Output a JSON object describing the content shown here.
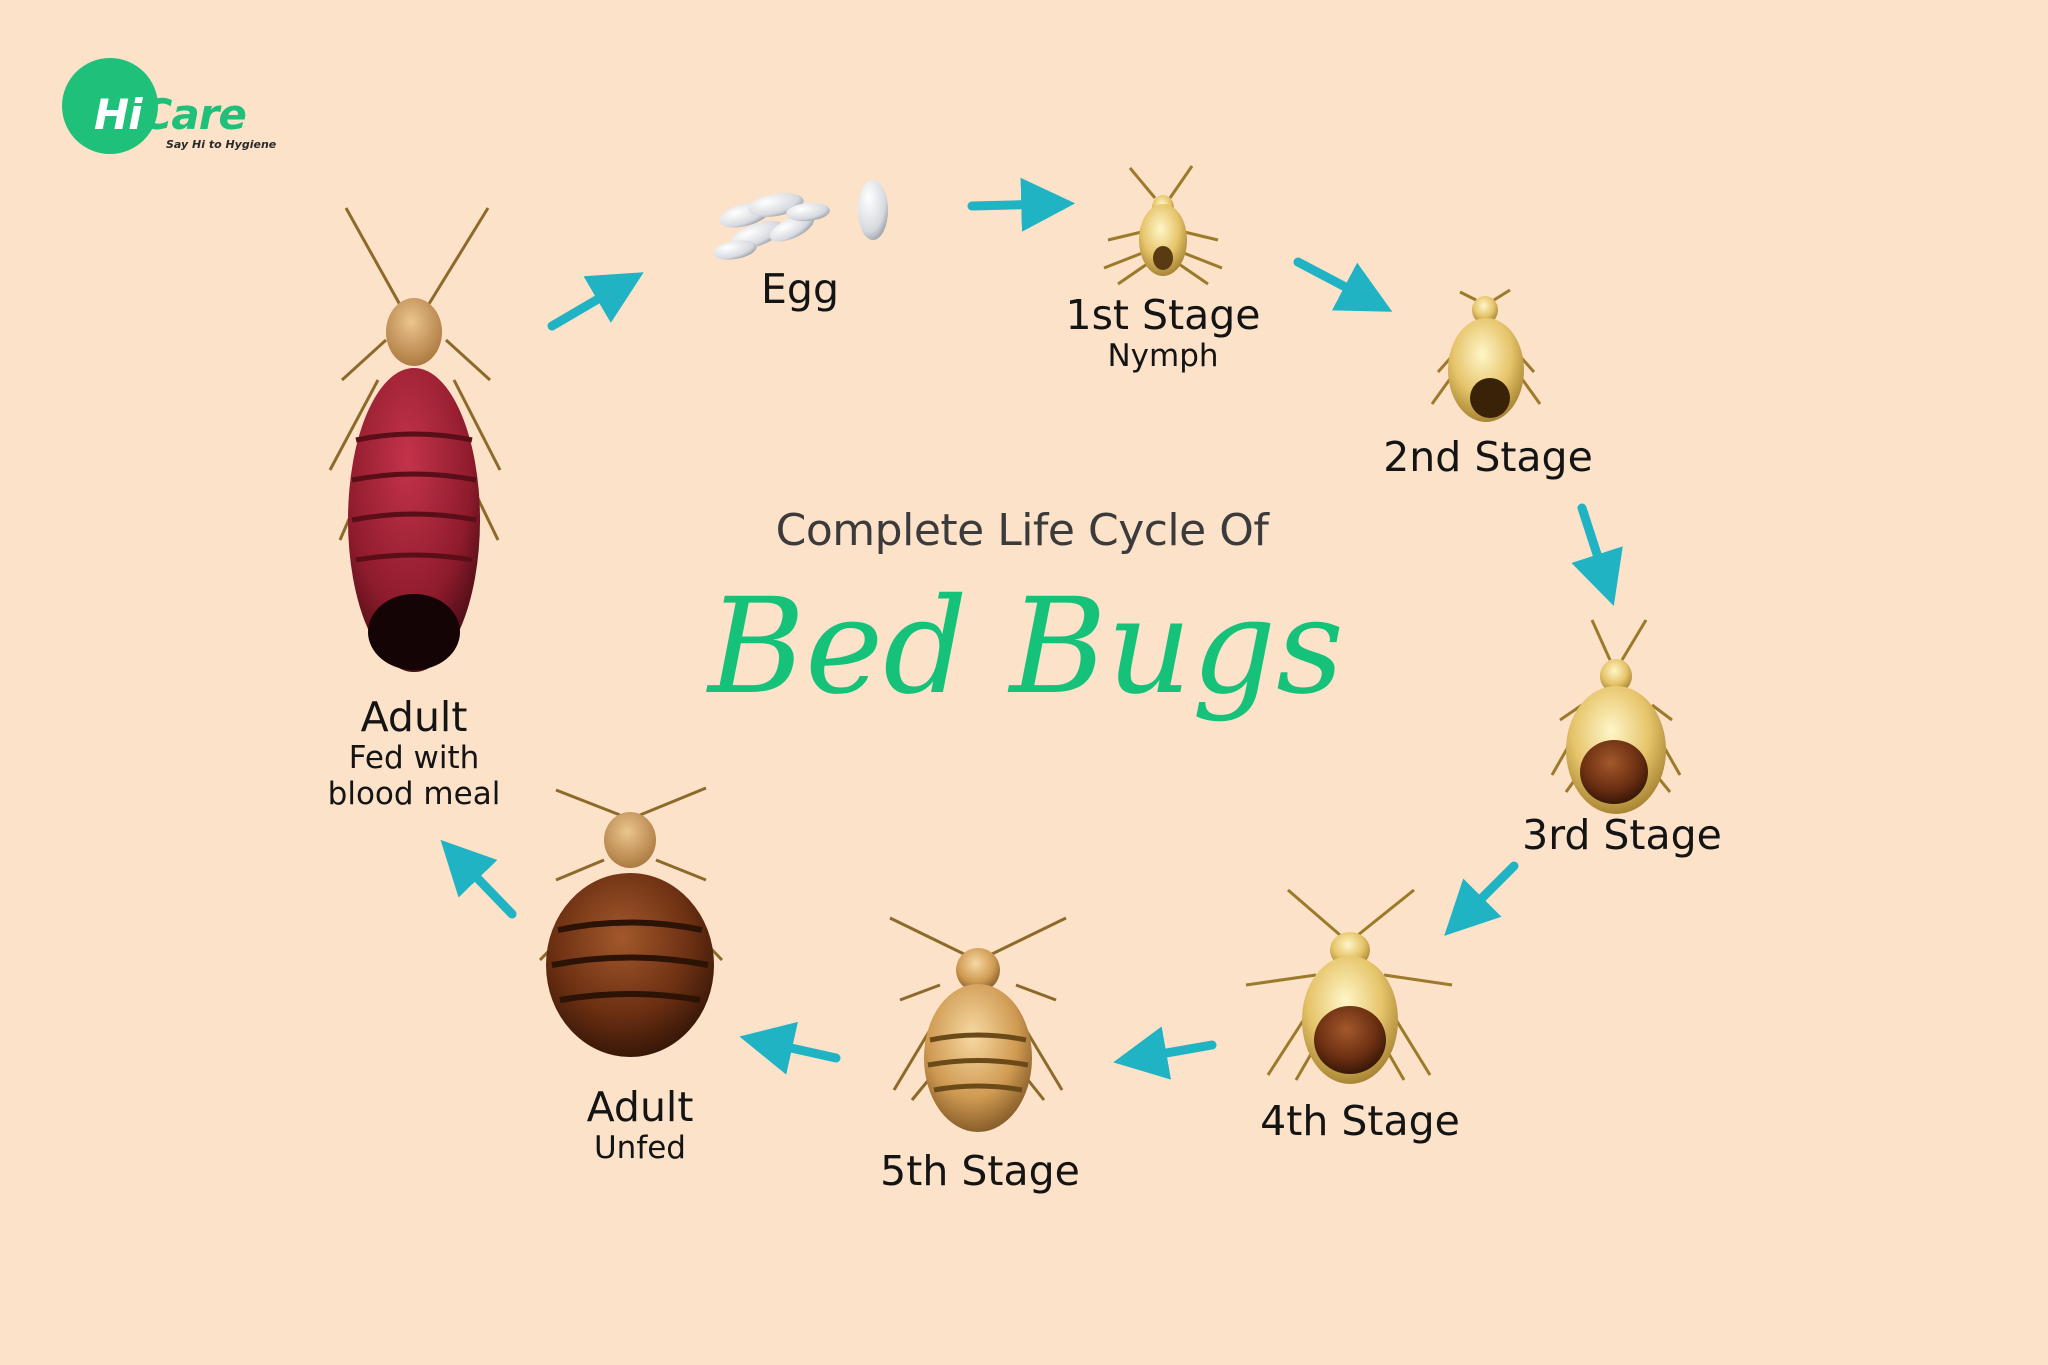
{
  "logo": {
    "brand_hi": "Hi",
    "brand_care": "Care",
    "tagline": "Say Hi to Hygiene"
  },
  "title": {
    "line1": "Complete Life Cycle Of",
    "line2": "Bed Bugs"
  },
  "stages": {
    "egg": {
      "main": "Egg"
    },
    "stage1": {
      "main": "1st Stage",
      "sub": "Nymph"
    },
    "stage2": {
      "main": "2nd Stage"
    },
    "stage3": {
      "main": "3rd Stage"
    },
    "stage4": {
      "main": "4th Stage"
    },
    "stage5": {
      "main": "5th Stage"
    },
    "adult_unfed": {
      "main": "Adult",
      "sub": "Unfed"
    },
    "adult_fed": {
      "main": "Adult",
      "sub1": "Fed with",
      "sub2": "blood meal"
    }
  },
  "colors": {
    "background": "#fbe2c9",
    "arrow": "#1fb3c4",
    "title_green": "#16c17a",
    "logo_green": "#1fc07a"
  }
}
